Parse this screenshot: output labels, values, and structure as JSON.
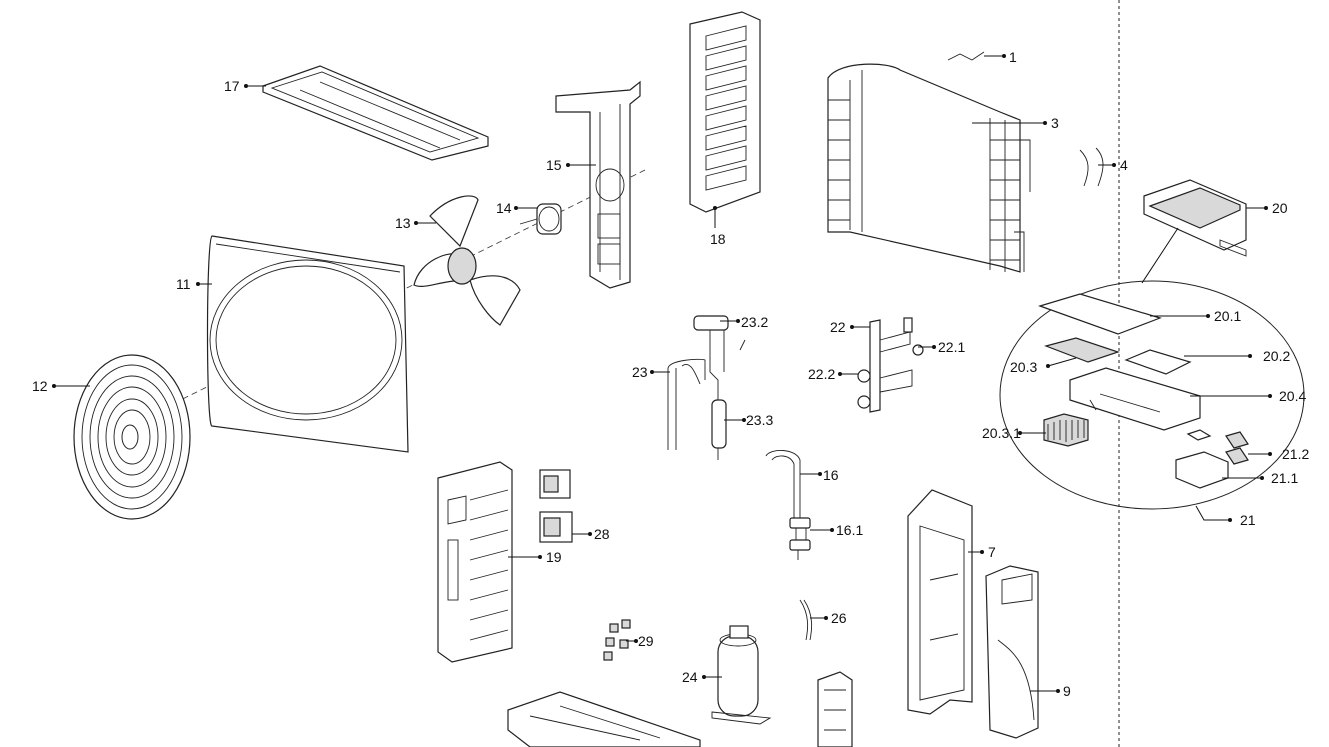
{
  "diagram": {
    "part_numbers": [
      "1",
      "3",
      "4",
      "20",
      "20.1",
      "20.2",
      "20.3",
      "20.4",
      "20.3.1",
      "21.2",
      "21.1",
      "21",
      "18",
      "17",
      "15",
      "14",
      "13",
      "11",
      "12",
      "23.2",
      "22",
      "22.1",
      "23",
      "22.2",
      "23.3",
      "16",
      "16.1",
      "28",
      "19",
      "7",
      "26",
      "29",
      "24",
      "9"
    ]
  }
}
